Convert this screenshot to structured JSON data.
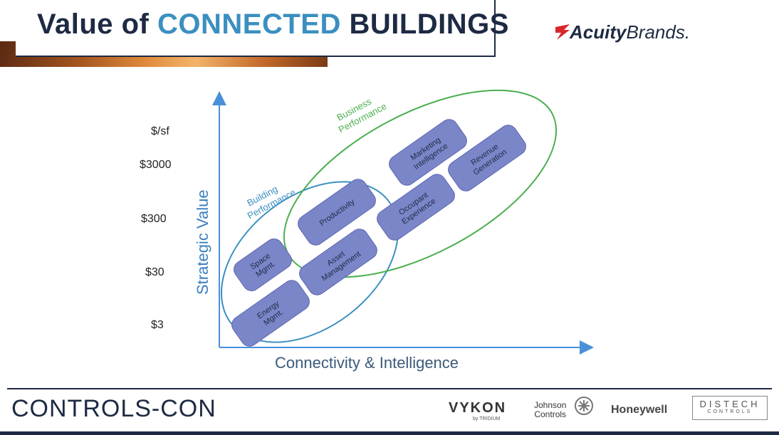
{
  "header": {
    "title_prefix": "Value of ",
    "title_accent": "CONNECTED",
    "title_suffix": " BUILDINGS",
    "brand_logo": {
      "bold": "Acuity",
      "light": "Brands."
    }
  },
  "diagram": {
    "y_axis_label": "Strategic Value",
    "x_axis_label": "Connectivity & Intelligence",
    "y_unit_label": "$/sf",
    "y_ticks": [
      "$3000",
      "$300",
      "$30",
      "$3"
    ],
    "groups": [
      {
        "label_lines": [
          "Building",
          "Performance"
        ],
        "color": "#3b8fc0"
      },
      {
        "label_lines": [
          "Business",
          "Performance"
        ],
        "color": "#4caf50"
      }
    ],
    "boxes": [
      {
        "lines": [
          "Energy",
          "Mgmt."
        ]
      },
      {
        "lines": [
          "Space",
          "Mgmt."
        ]
      },
      {
        "lines": [
          "Asset",
          "Management"
        ]
      },
      {
        "lines": [
          "Productivity"
        ]
      },
      {
        "lines": [
          "Occupant",
          "Experience"
        ]
      },
      {
        "lines": [
          "Marketing",
          "Intelligence"
        ]
      },
      {
        "lines": [
          "Revenue",
          "Generation"
        ]
      }
    ],
    "box_fill": "#7b86c9",
    "axis_color": "#4a90d9"
  },
  "footer": {
    "event_logo": "CONTROLS-CON",
    "sponsors": {
      "vykon": "VYKON",
      "vykon_sub": "by TRIDIUM",
      "johnson_line1": "Johnson",
      "johnson_line2": "Controls",
      "honeywell": "Honeywell",
      "distech_line1": "DISTECH",
      "distech_line2": "CONTROLS"
    }
  }
}
